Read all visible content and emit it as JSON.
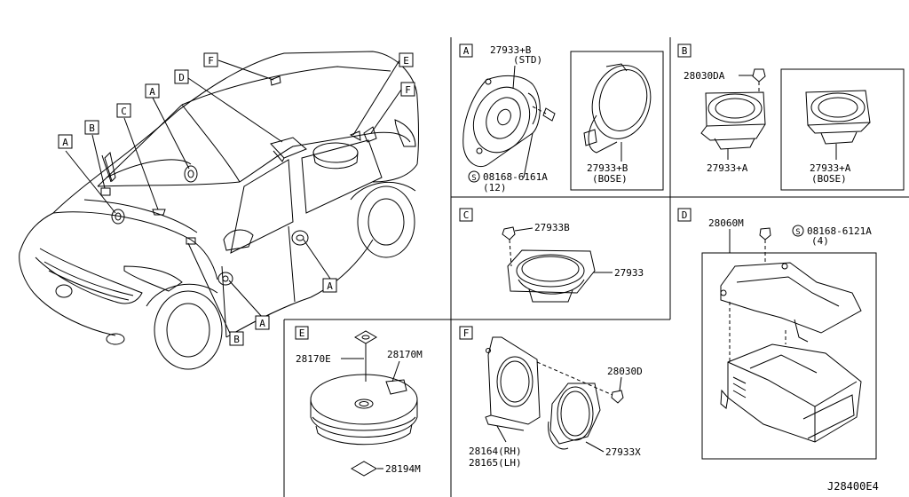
{
  "vehicle_callouts": [
    {
      "id": "car-callout-a1",
      "letter": "A"
    },
    {
      "id": "car-callout-b1",
      "letter": "B"
    },
    {
      "id": "car-callout-c",
      "letter": "C"
    },
    {
      "id": "car-callout-a2",
      "letter": "A"
    },
    {
      "id": "car-callout-d",
      "letter": "D"
    },
    {
      "id": "car-callout-f1",
      "letter": "F"
    },
    {
      "id": "car-callout-e",
      "letter": "E"
    },
    {
      "id": "car-callout-f2",
      "letter": "F"
    },
    {
      "id": "car-callout-a3",
      "letter": "A"
    },
    {
      "id": "car-callout-a4",
      "letter": "A"
    },
    {
      "id": "car-callout-b2",
      "letter": "B"
    }
  ],
  "panels": {
    "A": {
      "letter": "A",
      "std_part": "27933+B",
      "std_note": "(STD)",
      "screw": "08168-6161A",
      "screw_qty": "(12)",
      "bose_part": "27933+B",
      "bose_note": "(BOSE)"
    },
    "B": {
      "letter": "B",
      "screw": "28030DA",
      "std_part": "27933+A",
      "bose_part": "27933+A",
      "bose_note": "(BOSE)"
    },
    "C": {
      "letter": "C",
      "screw": "27933B",
      "speaker": "27933"
    },
    "D": {
      "letter": "D",
      "amp": "28060M",
      "screw": "08168-6121A",
      "screw_qty": "(4)"
    },
    "E": {
      "letter": "E",
      "part1": "28170E",
      "part2": "28170M",
      "part3": "28194M"
    },
    "F": {
      "letter": "F",
      "screw": "28030D",
      "bracket_rh": "28164(RH)",
      "bracket_lh": "28165(LH)",
      "speaker": "27933X"
    }
  },
  "diagram_code": "J28400E4",
  "screw_symbol": "S"
}
